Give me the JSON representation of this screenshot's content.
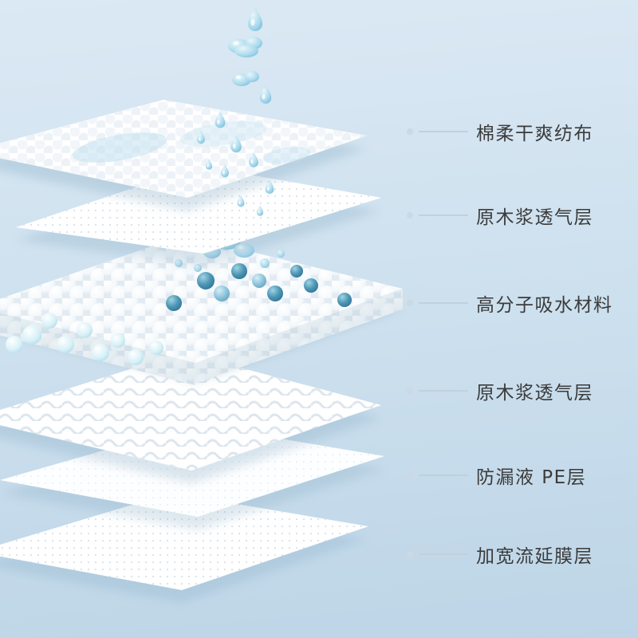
{
  "labels": [
    {
      "id": "top-fabric",
      "text": "棉柔干爽纺布"
    },
    {
      "id": "breathable-1",
      "text": "原木浆透气层"
    },
    {
      "id": "absorbent",
      "text": "高分子吸水材料"
    },
    {
      "id": "breathable-2",
      "text": "原木浆透气层"
    },
    {
      "id": "pe-layer",
      "text": "防漏液 PE层"
    },
    {
      "id": "cast-film",
      "text": "加宽流延膜层"
    }
  ],
  "icons": [
    {
      "name": "water-droplets-icon",
      "meaning": "water drops falling onto the absorbent layers"
    }
  ],
  "colors": {
    "background_top": "#dbe9f4",
    "background_bottom": "#bdd5e7",
    "label_text": "#3b3b3b",
    "leader_line": "#c2d0db",
    "label_dot": "#ccd8e2",
    "droplet_blue": "#a9d9ec",
    "bead_teal": "#2a6e90",
    "bead_cyan": "#a8d9e6",
    "sheet_white": "#ffffff"
  }
}
